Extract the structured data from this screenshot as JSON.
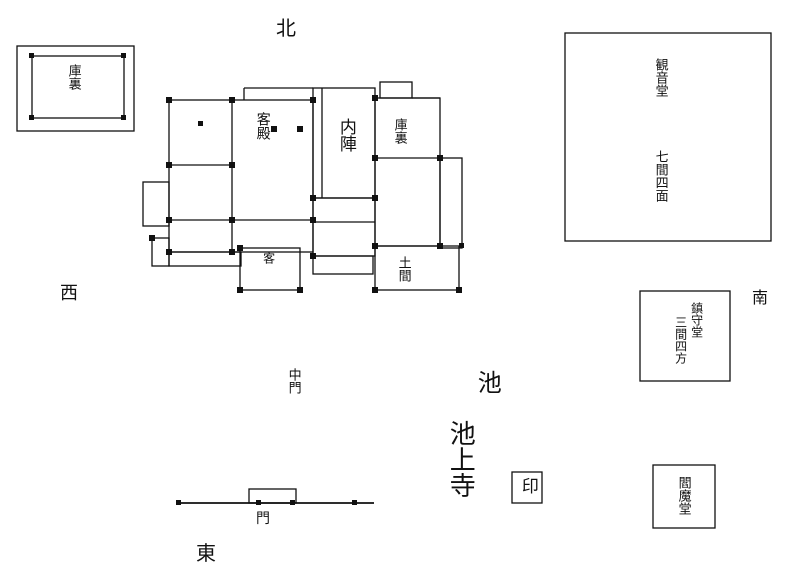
{
  "compass": {
    "north": "北",
    "west": "西",
    "south": "南",
    "east": "東"
  },
  "buildings": {
    "top_left": "庫裏",
    "main_hall_center": "内陣",
    "main_hall_left": "客殿",
    "main_hall_right": "庫裏",
    "small_room": "客",
    "bottom_right_room": "土間",
    "big_hall": {
      "name": "観音堂",
      "size": "七間四面"
    },
    "mid_right_hall": {
      "name": "鎮守堂",
      "size": "三間四方"
    },
    "bottom_right_small": "閻魔堂",
    "middle_gate": "中門",
    "gate": "門",
    "pond_label": "池",
    "temple_name": "池上寺",
    "seal": "印"
  }
}
